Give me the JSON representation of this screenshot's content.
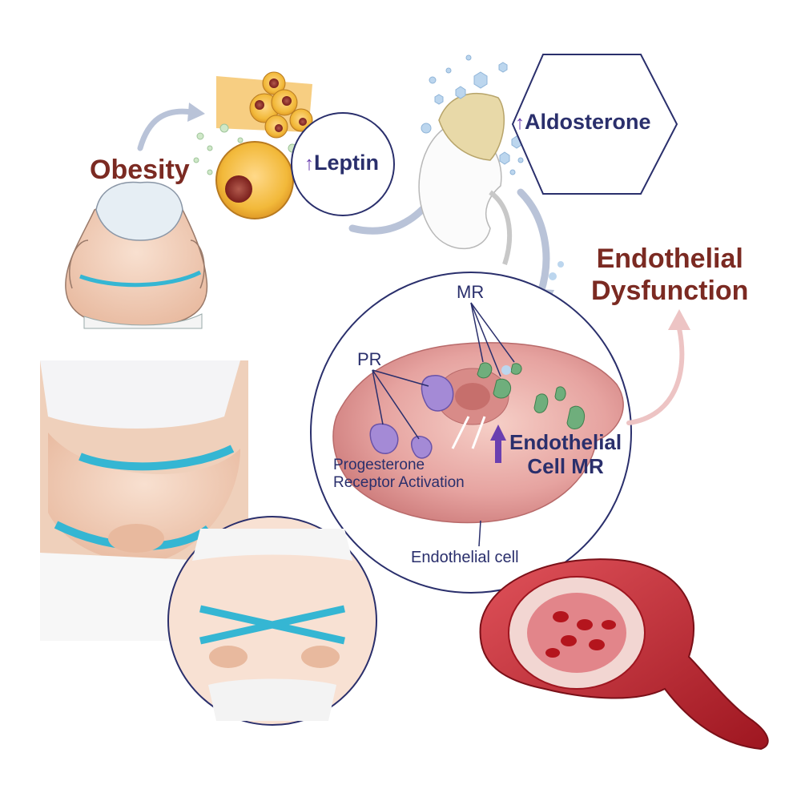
{
  "labels": {
    "obesity": "Obesity",
    "leptin": "Leptin",
    "aldosterone": "Aldosterone",
    "endothelial_dysfunction_line1": "Endothelial",
    "endothelial_dysfunction_line2": "Dysfunction",
    "mr": "MR",
    "pr": "PR",
    "progesterone_line1": "Progesterone",
    "progesterone_line2": "Receptor Activation",
    "endothelial_cell_mr_line1": "Endothelial",
    "endothelial_cell_mr_line2": "Cell MR",
    "endothelial_cell": "Endothelial cell"
  },
  "colors": {
    "title_maroon": "#7b2a22",
    "label_navy": "#2a2f6c",
    "up_arrow_purple": "#6a3fb0",
    "process_arrow_gray": "#b9c3d8",
    "fat_cell_yellow": "#f2b93a",
    "leptin_bubble_green": "#cfe8c8",
    "aldosterone_bubble_blue": "#bcd6ee",
    "cell_pink": "#e9a5a5",
    "mr_green": "#6fae7c",
    "pr_purple": "#a48ad6",
    "vessel_red": "#c8232b",
    "tape_blue": "#35b6d3",
    "skin": "#f3d2bd"
  },
  "icons": [
    "leptin-up-arrow-icon",
    "aldosterone-up-arrow-icon",
    "endothelial-mr-up-arrow-icon"
  ]
}
